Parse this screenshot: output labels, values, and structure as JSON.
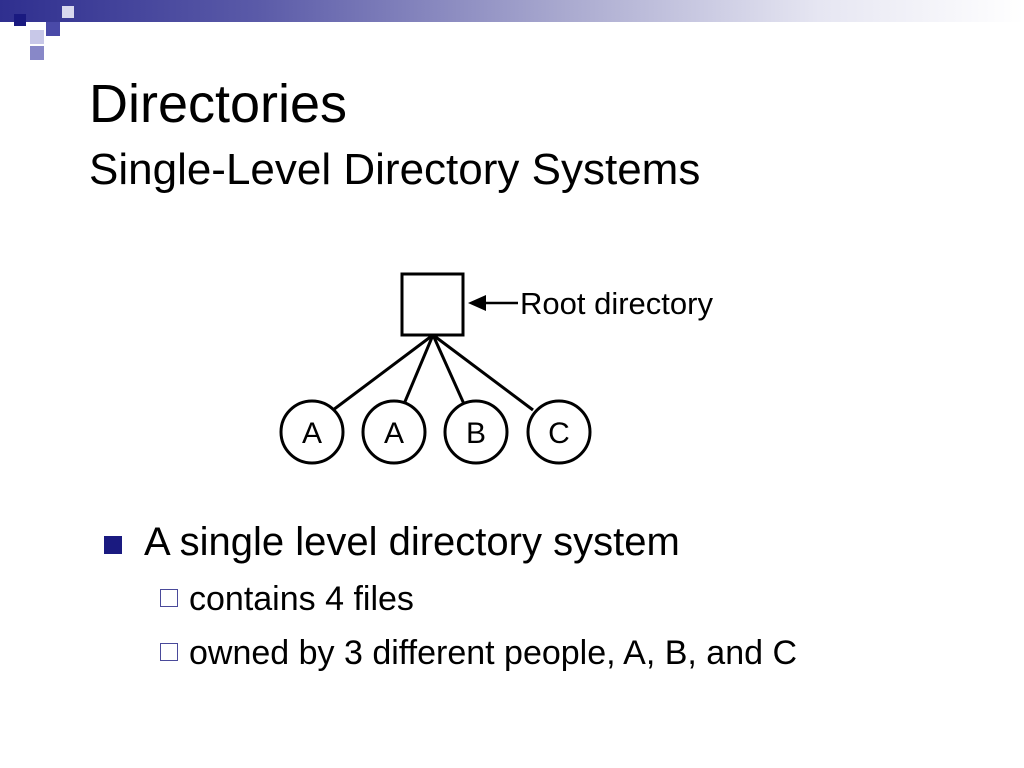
{
  "slide": {
    "title": "Directories",
    "subtitle": "Single-Level Directory Systems"
  },
  "diagram": {
    "root_label": "Root directory",
    "files": [
      "A",
      "A",
      "B",
      "C"
    ]
  },
  "bullets": {
    "main": "A single level directory system",
    "sub": [
      "contains 4 files",
      "owned by 3 different people, A, B, and C"
    ]
  },
  "colors": {
    "accent": "#1a1a80",
    "band_start": "#2f2f8f"
  }
}
